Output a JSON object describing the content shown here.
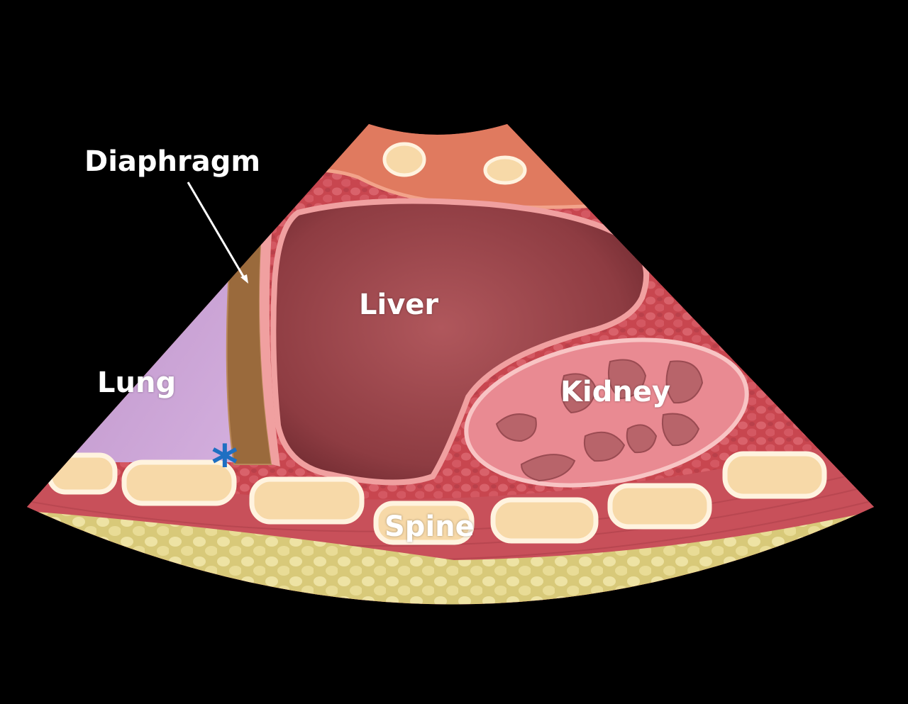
{
  "labels": {
    "diaphragm": "Diaphragm",
    "liver": "Liver",
    "lung": "Lung",
    "kidney": "Kidney",
    "spine": "Spine",
    "marker": "*"
  },
  "colors": {
    "background": "#000000",
    "fat": "#e6d98c",
    "muscle": "#c8505a",
    "subcutaneous": "#e07a5f",
    "tissue": "#c8464f",
    "liver": "#8e3c42",
    "liver_rim": "#f0a0a0",
    "kidney": "#e98a92",
    "pyramid": "#b8646a",
    "lung": "#c49ad0",
    "diaphragm": "#9a6a3c",
    "bone": "#f7d9a8",
    "bone_rim": "#fff3df",
    "marker": "#1e6fc2",
    "label": "#ffffff"
  }
}
